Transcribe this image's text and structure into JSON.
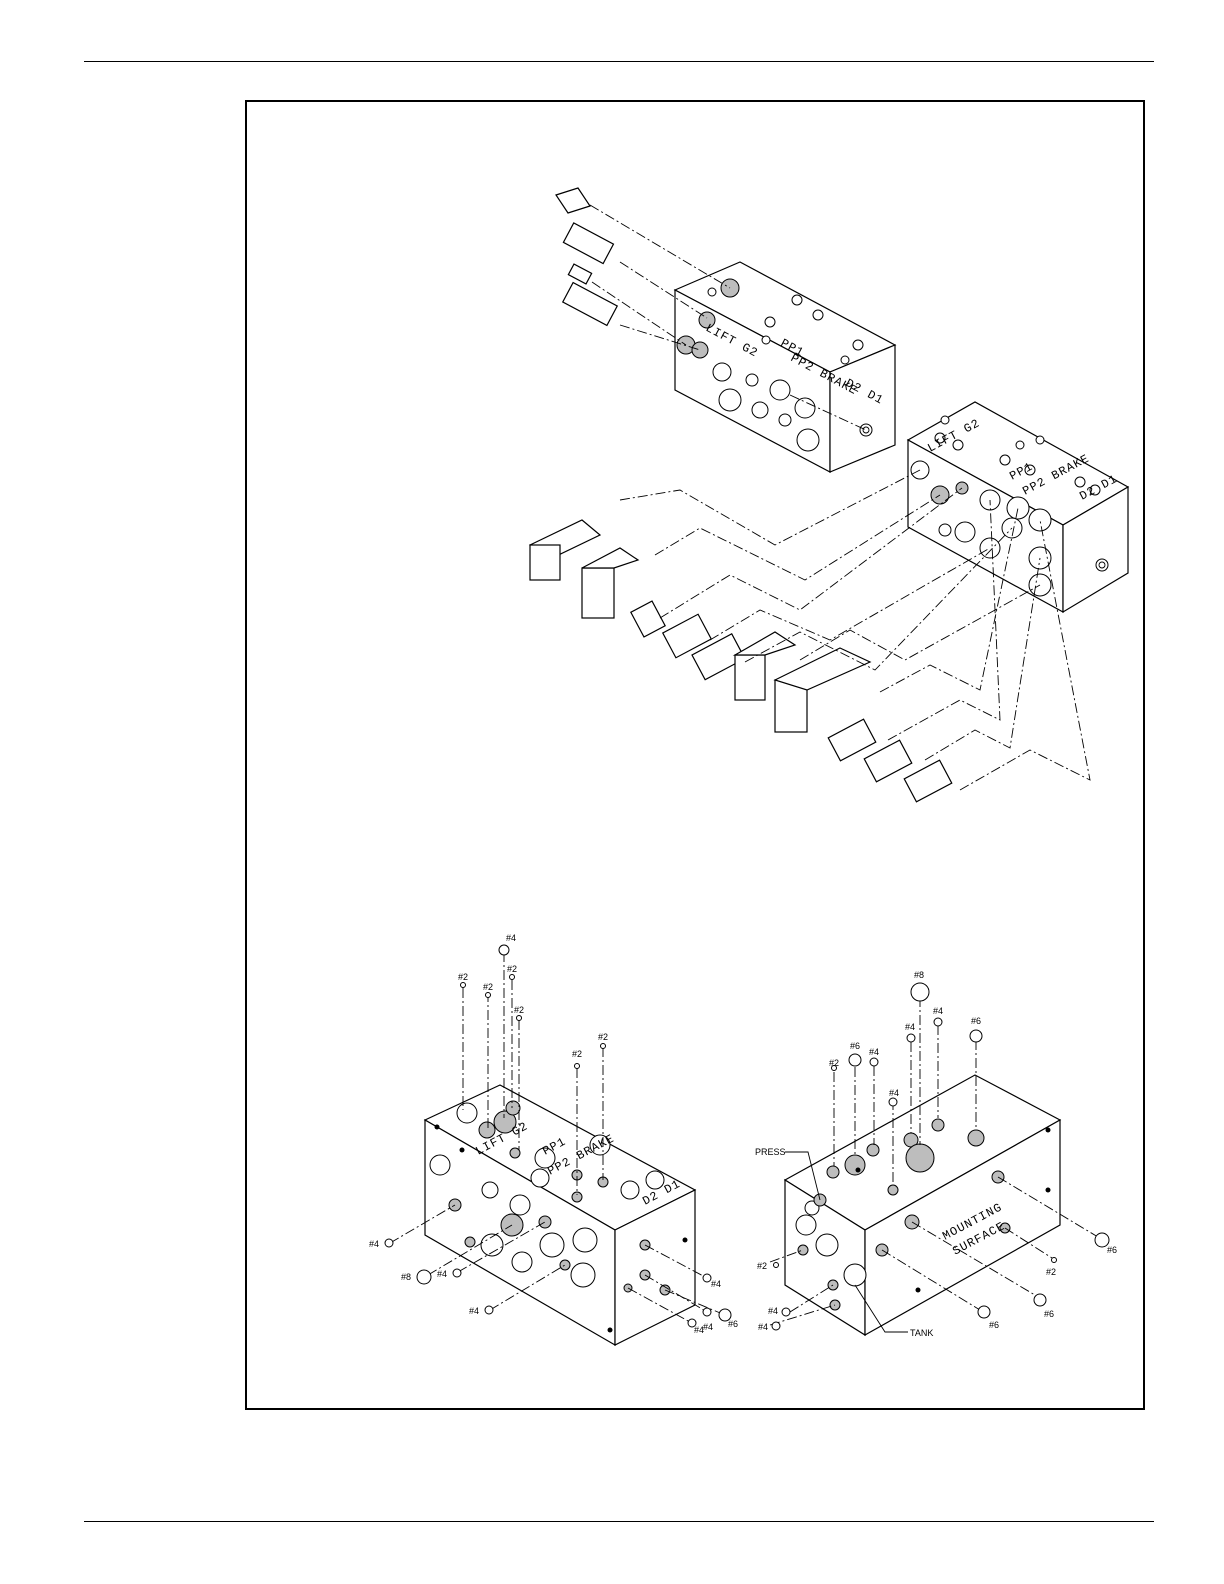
{
  "manifold_engravings": {
    "lift": "LIFT",
    "g2": "G2",
    "pp1": "PP1",
    "pp2": "PP2",
    "brake": "BRAKE",
    "d2": "D2",
    "d1": "D1"
  },
  "mounting_surface": {
    "line1": "MOUNTING",
    "line2": "SURFACE"
  },
  "port_labels": {
    "press": "PRESS",
    "tank": "TANK"
  },
  "plug_sizes": {
    "size_2": "#2",
    "size_4": "#4",
    "size_6": "#6",
    "size_8": "#8"
  }
}
